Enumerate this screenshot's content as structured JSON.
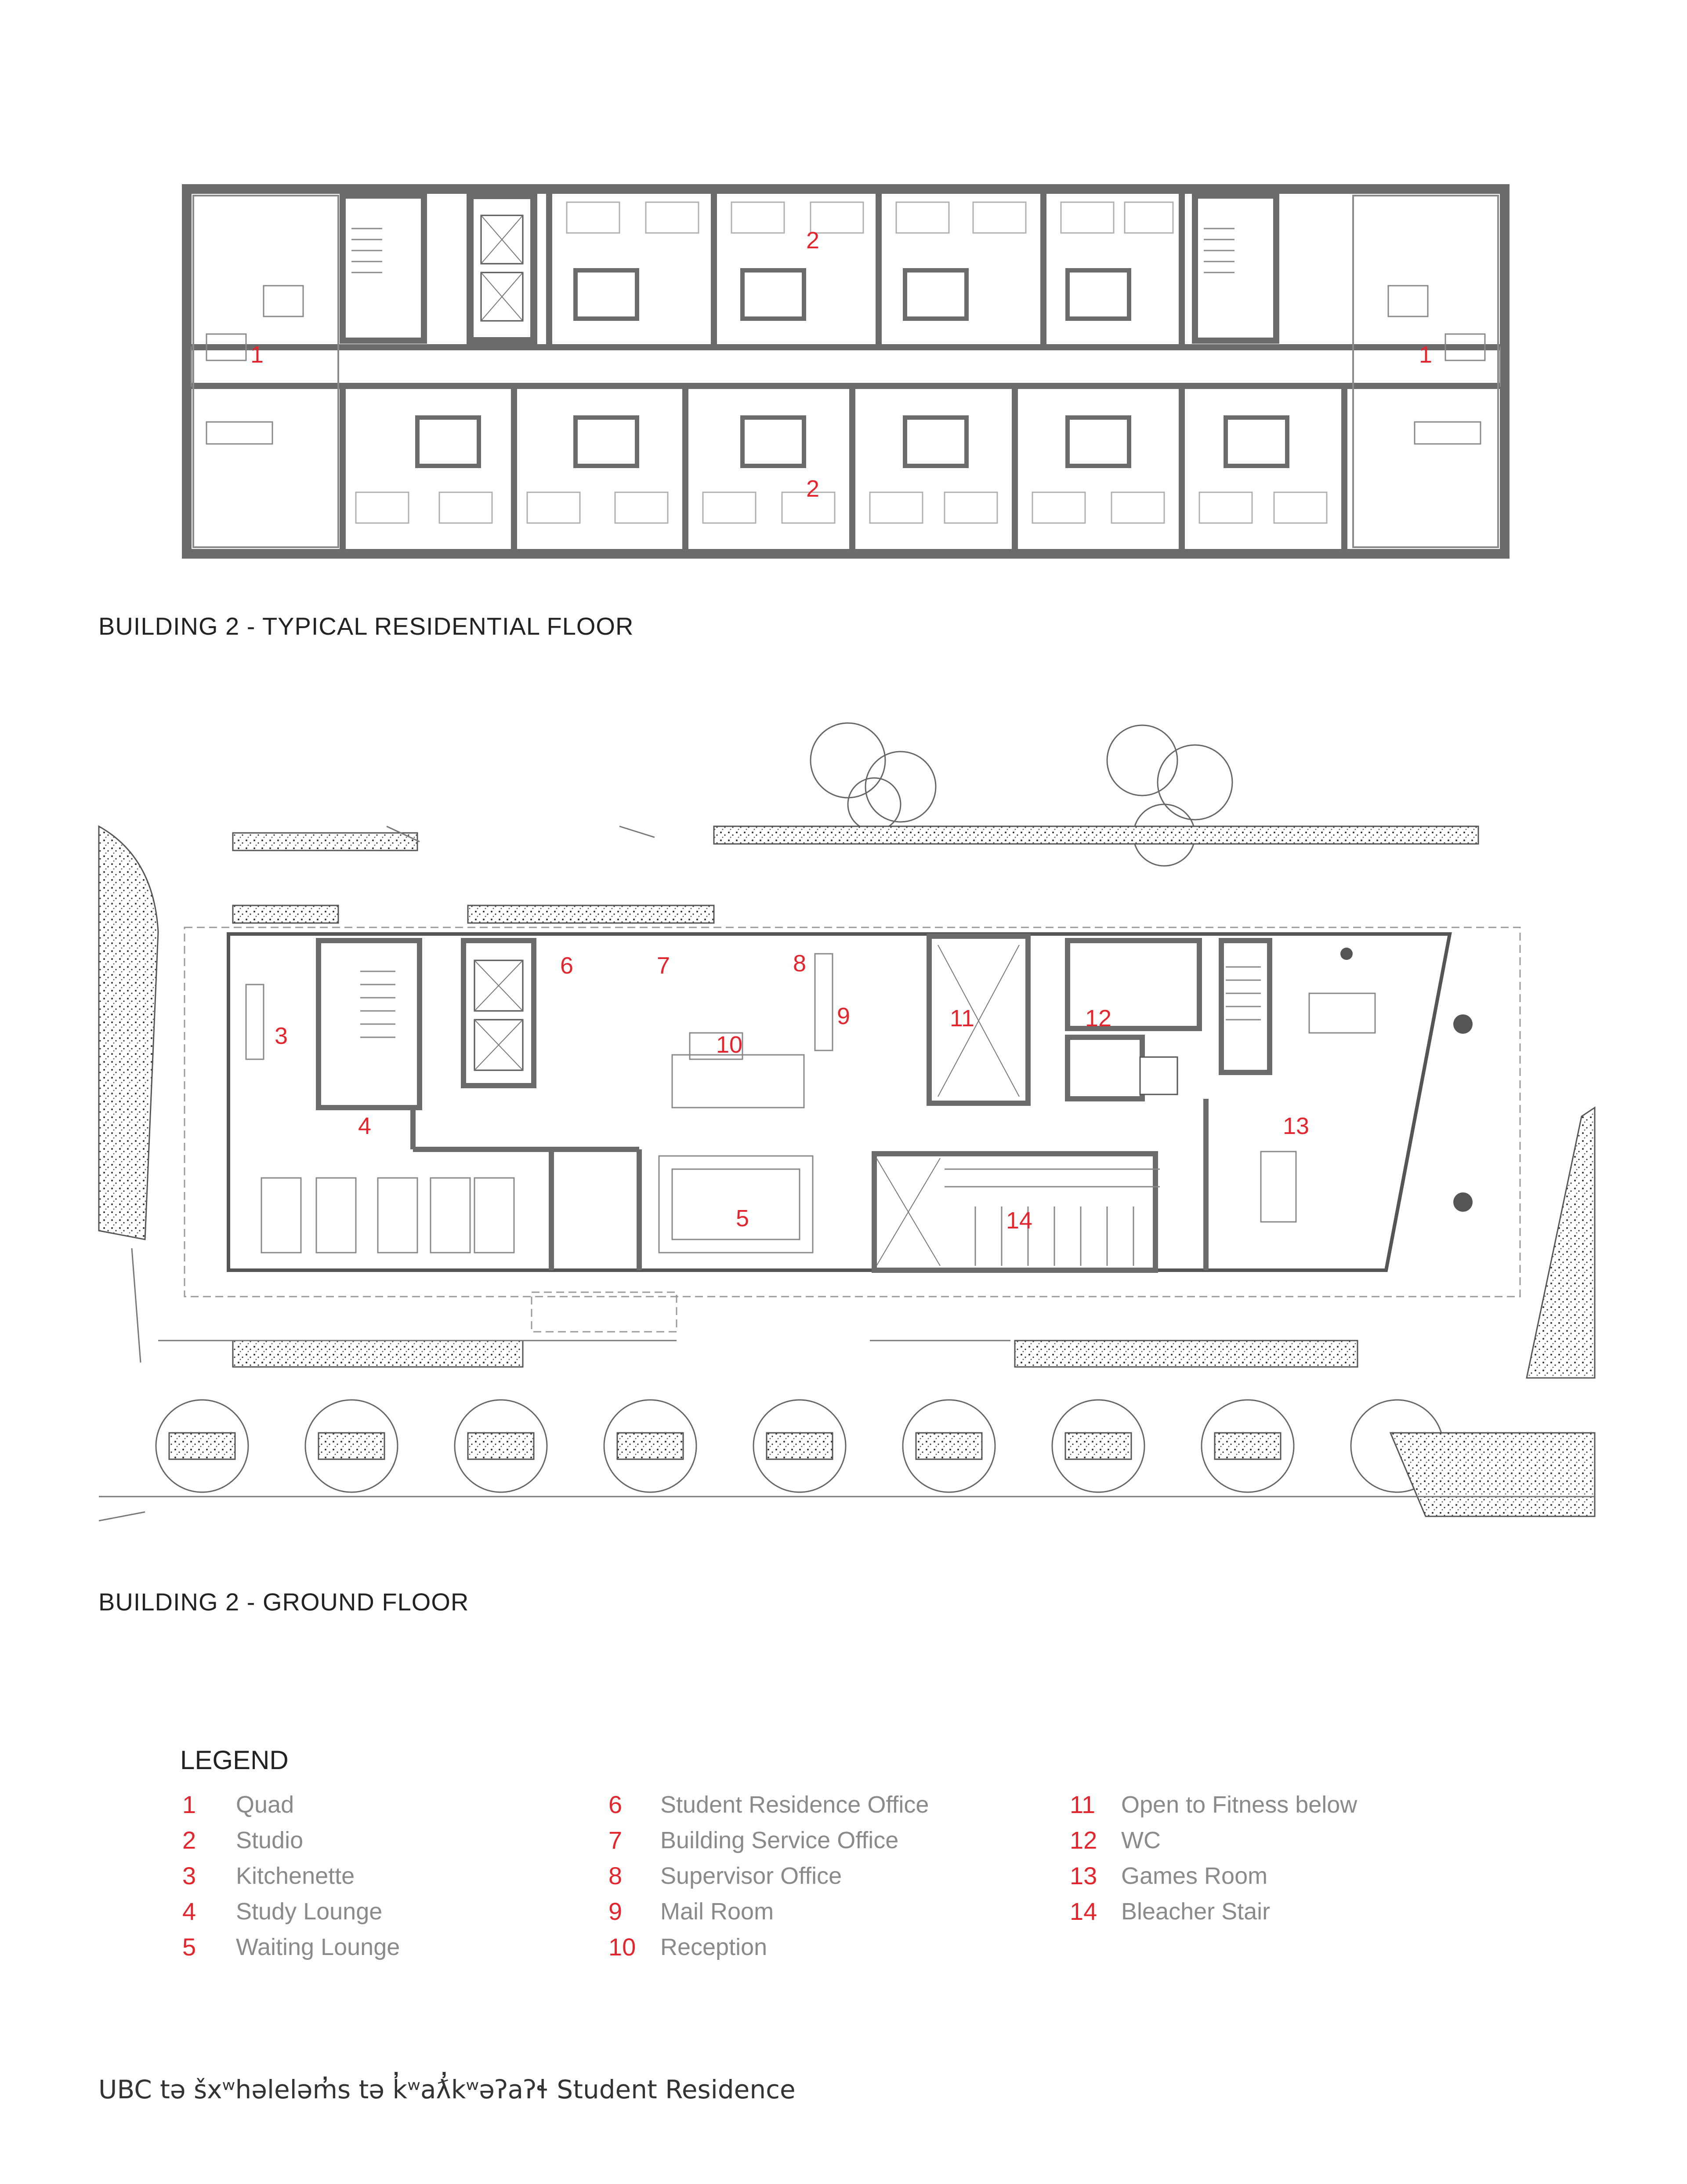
{
  "plans": {
    "typical_floor_title": "BUILDING 2 - TYPICAL RESIDENTIAL FLOOR",
    "ground_floor_title": "BUILDING 2 - GROUND FLOOR"
  },
  "typical_floor_labels": [
    "1",
    "2",
    "2",
    "1"
  ],
  "ground_floor_labels": [
    "3",
    "4",
    "5",
    "6",
    "7",
    "8",
    "9",
    "10",
    "11",
    "12",
    "13",
    "14"
  ],
  "legend": {
    "title": "LEGEND",
    "columns": [
      [
        {
          "num": "1",
          "label": "Quad"
        },
        {
          "num": "2",
          "label": "Studio"
        },
        {
          "num": "3",
          "label": "Kitchenette"
        },
        {
          "num": "4",
          "label": "Study Lounge"
        },
        {
          "num": "5",
          "label": "Waiting Lounge"
        }
      ],
      [
        {
          "num": "6",
          "label": "Student Residence Office"
        },
        {
          "num": "7",
          "label": "Building Service Office"
        },
        {
          "num": "8",
          "label": "Supervisor Office"
        },
        {
          "num": "9",
          "label": "Mail Room"
        },
        {
          "num": "10",
          "label": "Reception"
        }
      ],
      [
        {
          "num": "11",
          "label": "Open to Fitness below"
        },
        {
          "num": "12",
          "label": "WC"
        },
        {
          "num": "13",
          "label": "Games Room"
        },
        {
          "num": "14",
          "label": "Bleacher Stair"
        }
      ]
    ]
  },
  "footer": "UBC tə šxʷhəleləm̓s tə k̓ʷaƛ̓kʷəʔaʔɬ Student Residence",
  "colors": {
    "label_red": "#e3262d",
    "wall_gray": "#6b6b6b",
    "line_gray": "#9a9a9a",
    "legend_gray": "#8a8a8a"
  }
}
